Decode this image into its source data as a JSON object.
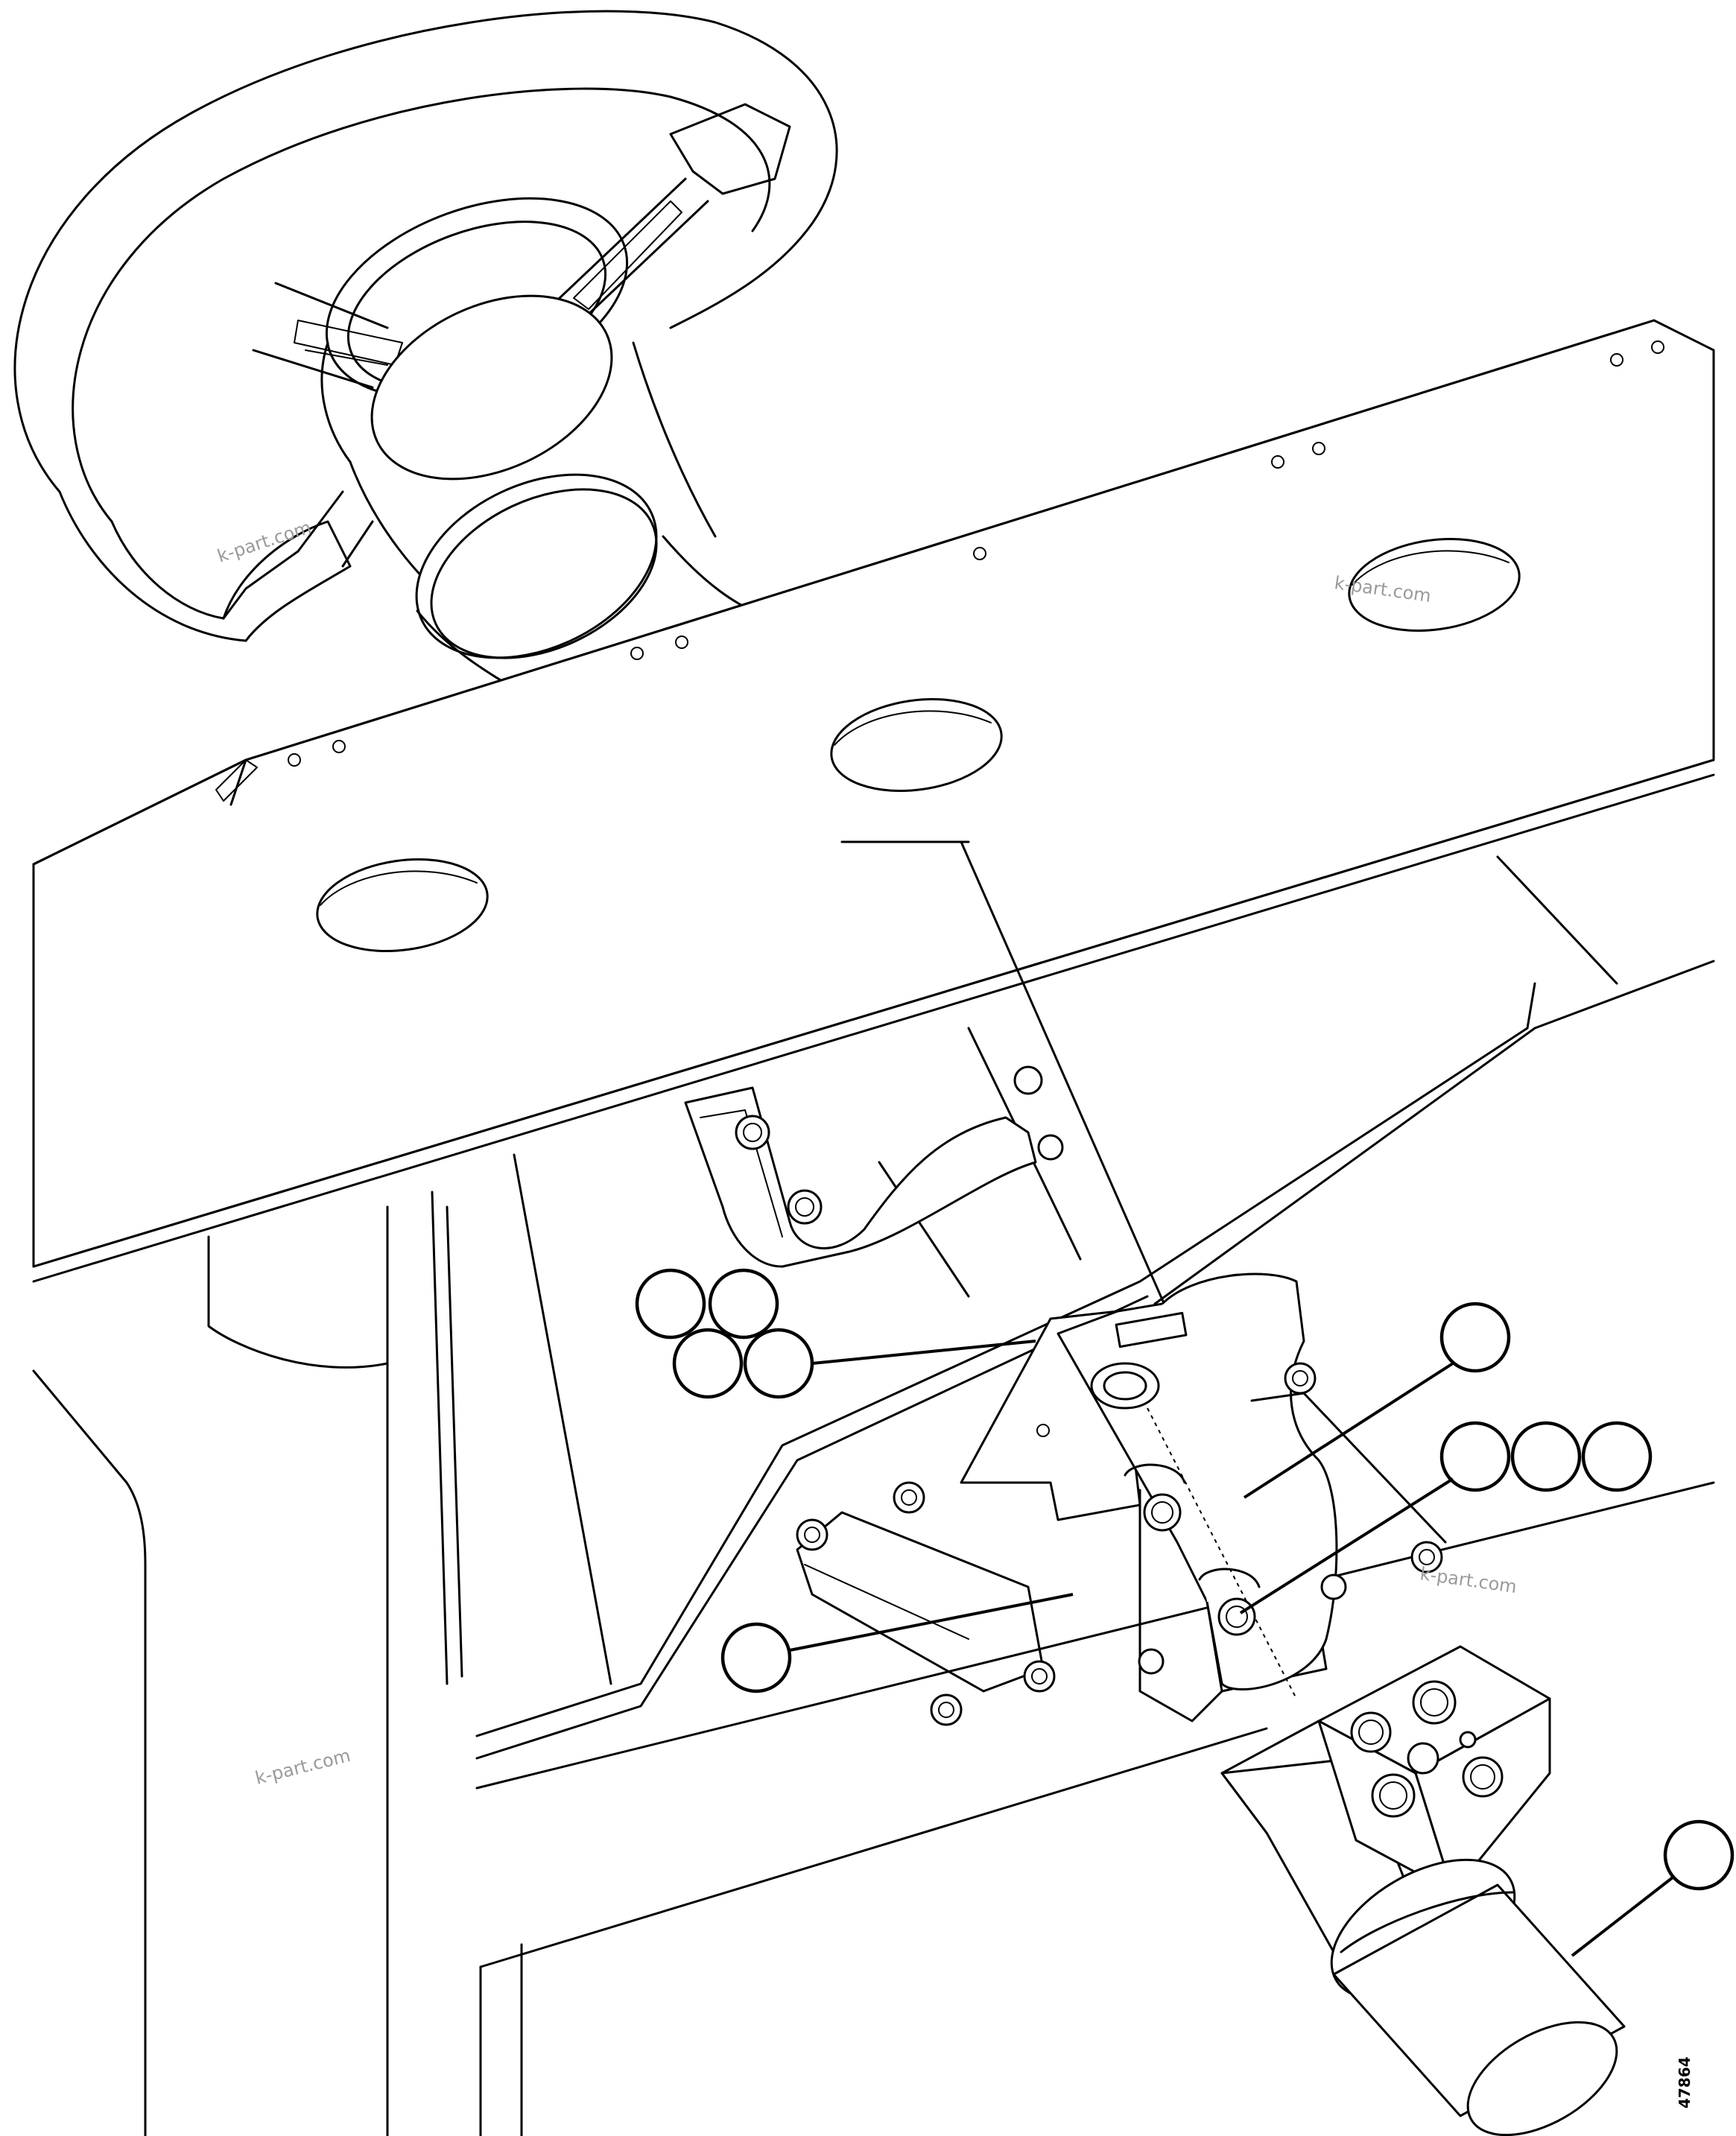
{
  "watermarks": [
    "k-part.com",
    "k-part.com",
    "k-part.com",
    "k-part.com"
  ],
  "drawing_code": "47864"
}
